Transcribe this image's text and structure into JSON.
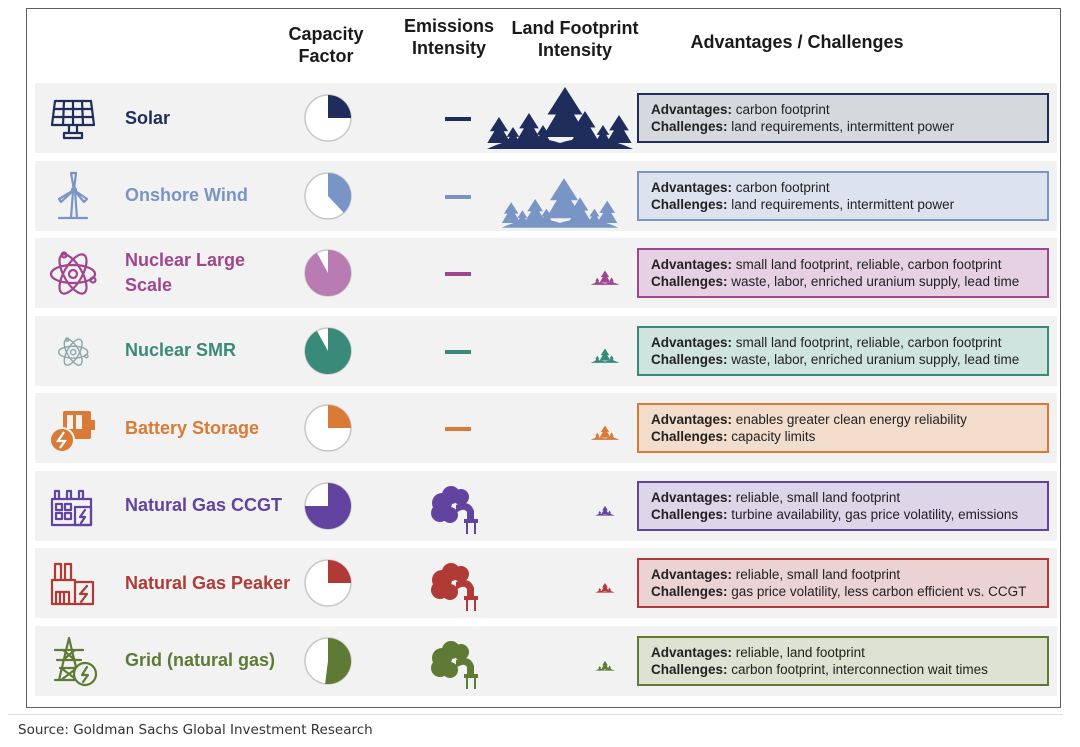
{
  "headers": {
    "capacity_factor": "Capacity Factor",
    "emissions_intensity": "Emissions Intensity",
    "land_footprint_intensity": "Land Footprint Intensity",
    "advantages_challenges": "Advantages / Challenges"
  },
  "labels": {
    "advantages": "Advantages:",
    "challenges": "Challenges:"
  },
  "rows": [
    {
      "name": "Solar",
      "icon": "solar-panel-icon",
      "color": "#1f2d5c",
      "box_bg": "#d5d9de",
      "capacity_factor": 0.25,
      "emissions": "low",
      "land_footprint": "very-high",
      "advantages": "carbon footprint",
      "challenges": "land requirements, intermittent power"
    },
    {
      "name": "Onshore Wind",
      "icon": "wind-turbine-icon",
      "color": "#7895c6",
      "box_bg": "#dde3ee",
      "capacity_factor": 0.38,
      "emissions": "low",
      "land_footprint": "high",
      "advantages": "carbon footprint",
      "challenges": "land requirements, intermittent power"
    },
    {
      "name": "Nuclear Large Scale",
      "icon": "atom-icon",
      "color": "#a0468f",
      "box_bg": "#e6d1e4",
      "pie_color": "#b87cb2",
      "capacity_factor": 0.92,
      "emissions": "low",
      "land_footprint": "small",
      "advantages": "small land footprint, reliable, carbon footprint",
      "challenges": "waste, labor, enriched uranium supply, lead time"
    },
    {
      "name": "Nuclear SMR",
      "icon": "atom-small-icon",
      "color": "#3a8a7a",
      "box_bg": "#cfe3df",
      "icon_color": "#8ea6a8",
      "capacity_factor": 0.92,
      "emissions": "low",
      "land_footprint": "small",
      "advantages": "small land footprint, reliable, carbon footprint",
      "challenges": "waste, labor, enriched uranium supply, lead time"
    },
    {
      "name": "Battery Storage",
      "icon": "battery-icon",
      "color": "#d97a36",
      "box_bg": "#f2dccb",
      "capacity_factor": 0.25,
      "emissions": "low",
      "land_footprint": "small",
      "advantages": "enables greater clean energy reliability",
      "challenges": "capacity limits"
    },
    {
      "name": "Natural Gas CCGT",
      "icon": "gas-plant-icon",
      "color": "#6244a0",
      "box_bg": "#ddd5e8",
      "capacity_factor": 0.75,
      "emissions": "high",
      "land_footprint": "very-small",
      "advantages": "reliable, small land footprint",
      "challenges": "turbine availability, gas price volatility, emissions"
    },
    {
      "name": "Natural Gas Peaker",
      "icon": "factory-icon",
      "color": "#b03a36",
      "box_bg": "#ecd3d3",
      "capacity_factor": 0.25,
      "emissions": "high",
      "land_footprint": "very-small",
      "advantages": "reliable, small land footprint",
      "challenges": "gas price volatility, less carbon efficient vs. CCGT"
    },
    {
      "name": "Grid (natural gas)",
      "icon": "power-tower-icon",
      "color": "#5e7a35",
      "box_bg": "#dde2d2",
      "capacity_factor": 0.52,
      "emissions": "high",
      "land_footprint": "very-small",
      "advantages": "reliable, land footprint",
      "challenges": "carbon footprint, interconnection wait times"
    }
  ],
  "source": "Source: Goldman Sachs Global Investment Research"
}
